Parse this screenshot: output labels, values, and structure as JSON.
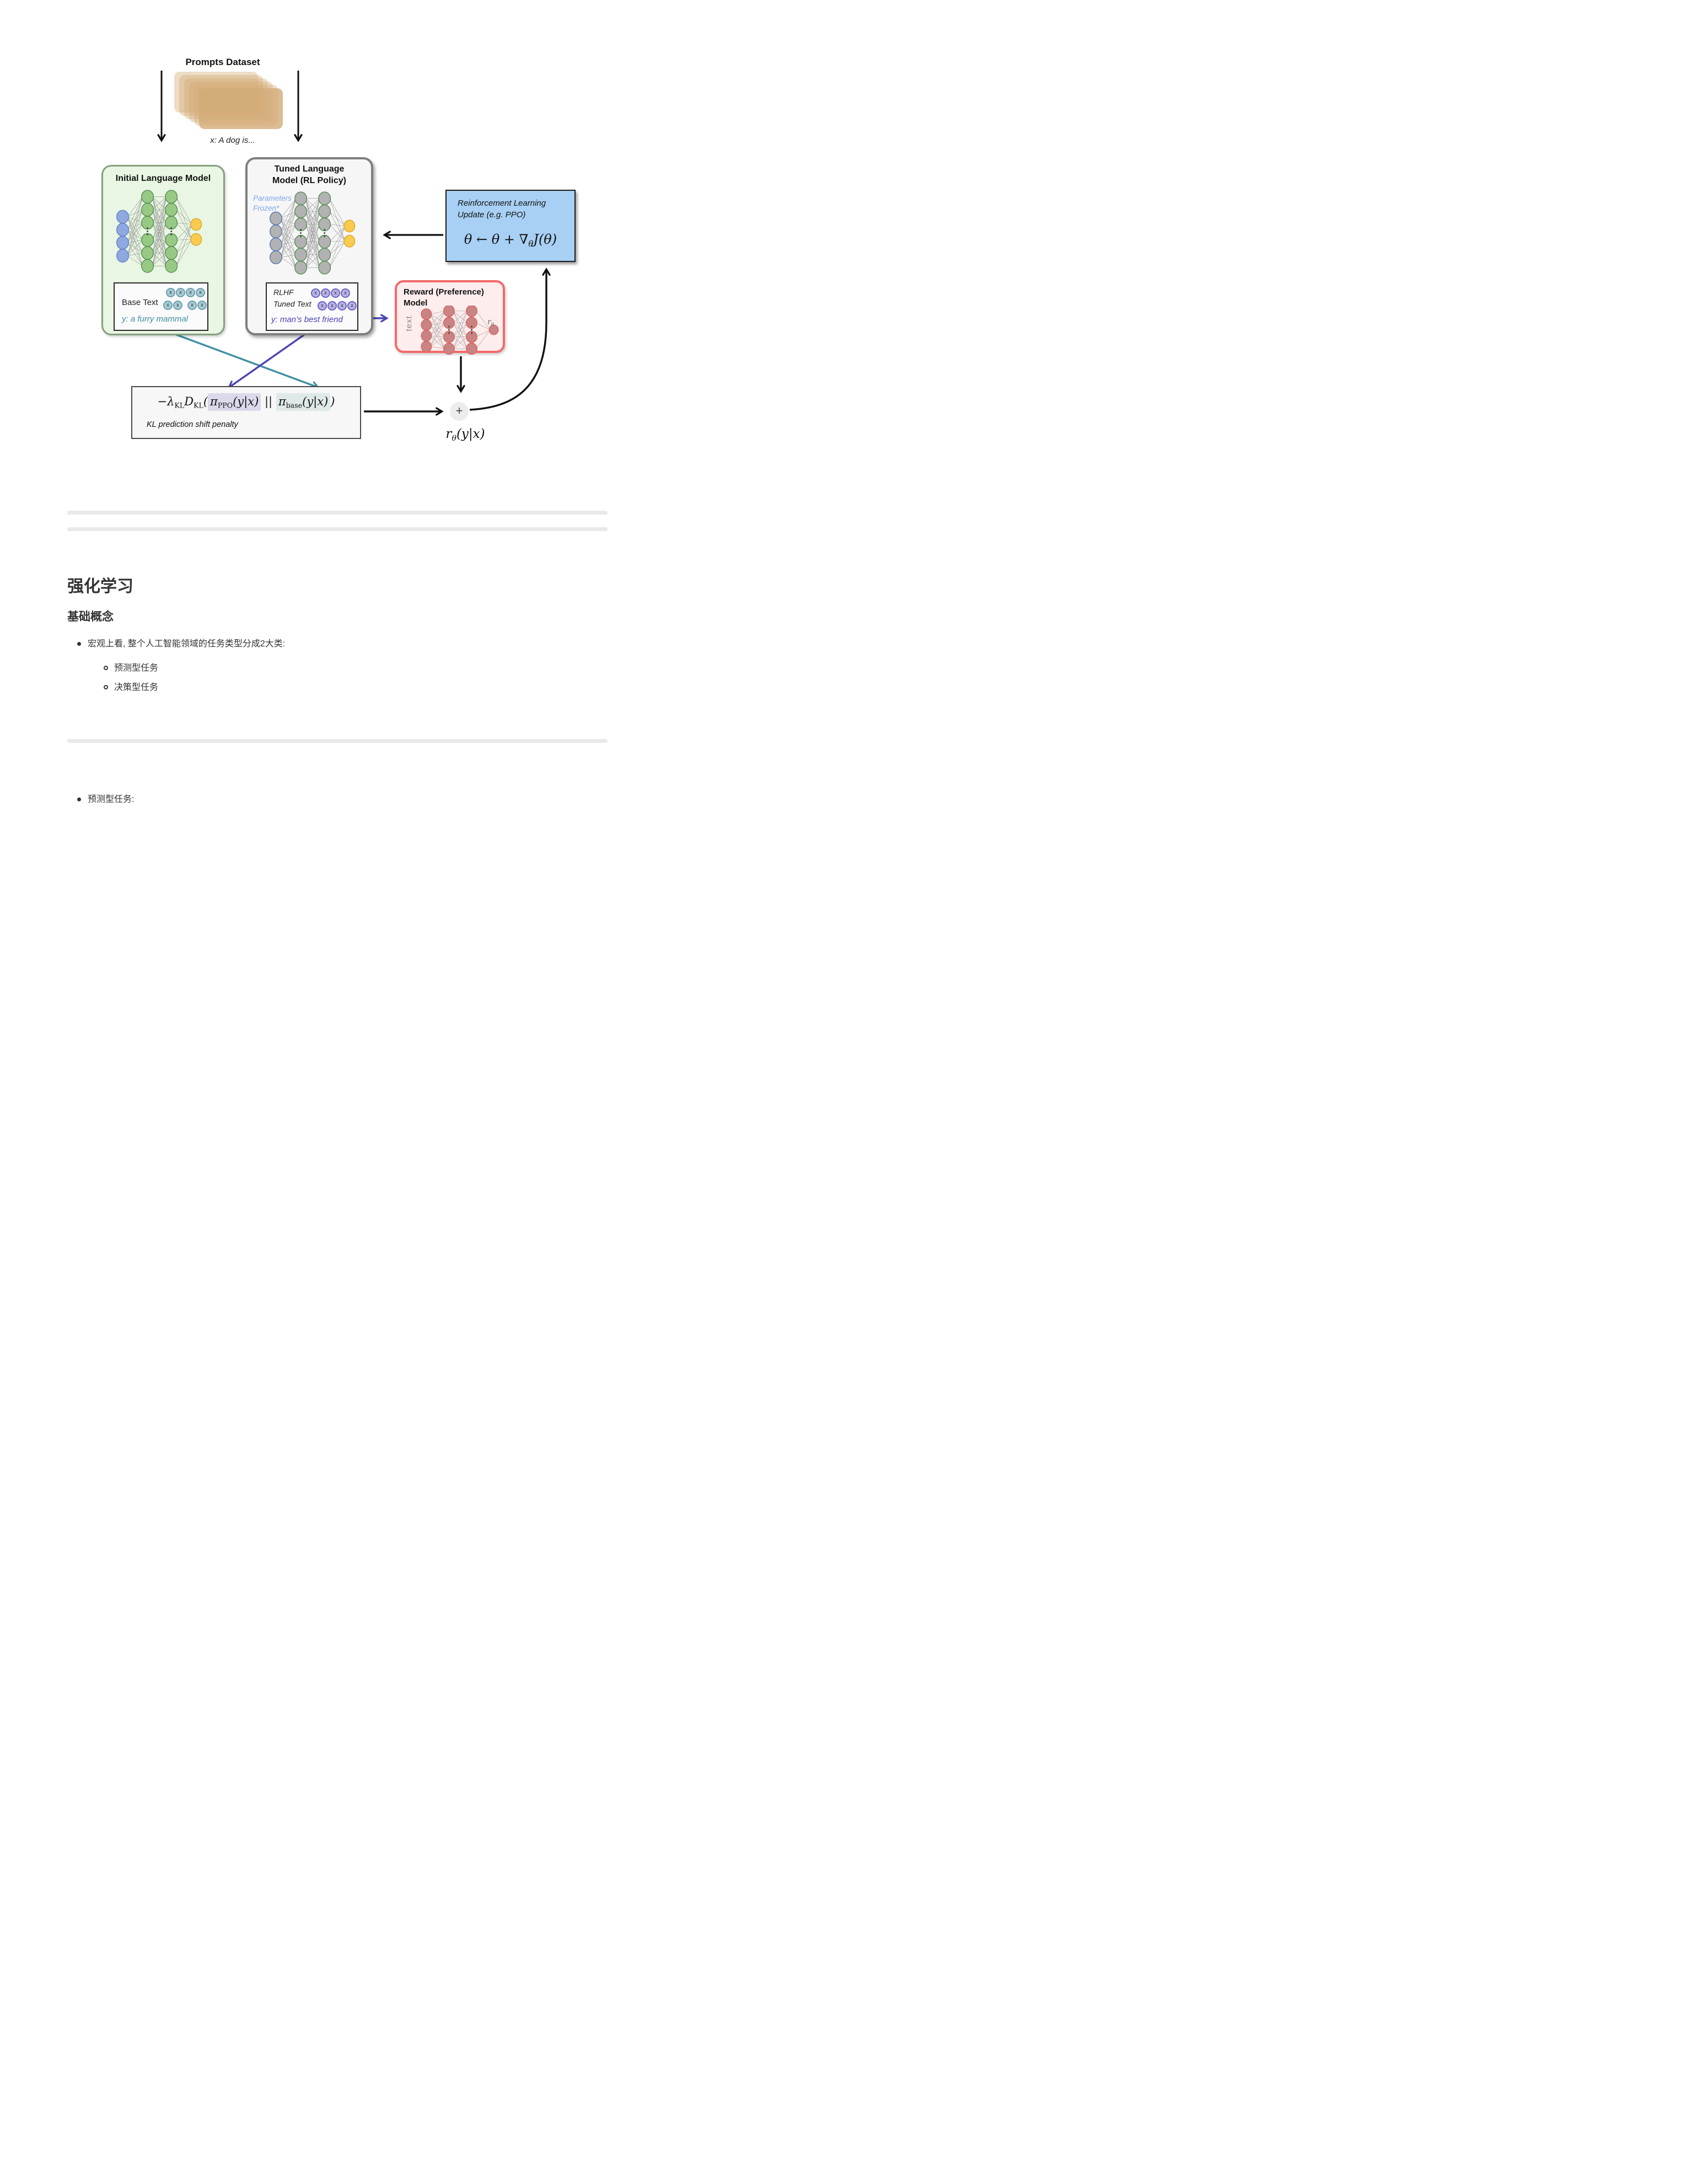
{
  "diagram": {
    "prompts": {
      "title": "Prompts Dataset",
      "example": "x: A dog is..."
    },
    "initial_lm": {
      "title": "Initial Language Model",
      "output_label": "Base Text",
      "output_sample": "y: a furry mammal"
    },
    "tuned_lm": {
      "title_line1": "Tuned Language",
      "title_line2": "Model (RL Policy)",
      "frozen_line1": "Parameters",
      "frozen_line2": "Frozen*",
      "label_line1": "RLHF",
      "label_line2": "Tuned Text",
      "output_sample": "y: man’s best friend"
    },
    "rl_update": {
      "title_line1": "Reinforcement Learning",
      "title_line2": "Update (e.g. PPO)",
      "formula_pre": "θ ← θ + ∇",
      "formula_sub": "θ",
      "formula_post": "J(θ)"
    },
    "reward_model": {
      "title_line1": "Reward (Preference)",
      "title_line2": "Model",
      "input_label": "text",
      "score_base": "r",
      "score_sub": "θ"
    },
    "kl": {
      "f_neg": "−λ",
      "f_neg_sub": "KL",
      "f_d": "D",
      "f_d_sub": "KL",
      "f_open": "(",
      "pi1": "π",
      "pi1_sub": "PPO",
      "args1": "(y|x)",
      "par": "||",
      "pi2": "π",
      "pi2_sub": "base",
      "args2": "(y|x)",
      "f_close": ")",
      "caption": "KL prediction shift penalty"
    },
    "plus_symbol": "+",
    "reward_out": {
      "base": "r",
      "sub": "θ",
      "args": "(y|x)"
    },
    "token_letter": "x",
    "colors": {
      "card_tan": "#d3ab78",
      "green_box_bg": "#e9f6e3",
      "green_box_border": "#84a07b",
      "gray_box_bg": "#f6f6f6",
      "gray_box_border": "#7f7f7f",
      "blue_box_bg": "#a8d0f4",
      "red_box_bg": "#fdeded",
      "red_box_border": "#f56a6a",
      "teal_accent": "#3e8fa3",
      "purple_accent": "#4a44b5",
      "frozen_note": "#7fa9ee",
      "teal_token_bg": "#a9cdd6",
      "teal_token_border": "#6b9fb0",
      "purple_token_bg": "#b9b5e6",
      "purple_token_border": "#6a63c8",
      "pi_ppo_highlight": "#dcd9ec",
      "pi_base_highlight": "#dfe9e9"
    },
    "networks": {
      "initial": {
        "input_fill": "#8fa9e0",
        "input_stroke": "#5a7ccc",
        "hidden_fill": "#97c985",
        "hidden_stroke": "#4a8a4a",
        "output_fill": "#f8cb4f",
        "output_stroke": "#d9a520",
        "edge": "#7a7a7a"
      },
      "tuned": {
        "input_fill": "#b2b2b2",
        "input_stroke": "#4a6fb5",
        "hidden_fill": "#b2b2b2",
        "hidden_stroke": "#4a8a4a",
        "output_fill": "#f8cb4f",
        "output_stroke": "#d9a520",
        "edge": "#7a7a7a"
      },
      "reward": {
        "fill": "#c98383",
        "stroke": "#dd5f5c",
        "edge": "#8a8a8a"
      }
    }
  },
  "article": {
    "h1": "强化学习",
    "h2": "基础概念",
    "bullet1": "宏观上看, 整个人工智能领域的任务类型分成2大类:",
    "sub_bullets": [
      "预测型任务",
      "决策型任务"
    ],
    "bullet2": "预测型任务:"
  }
}
